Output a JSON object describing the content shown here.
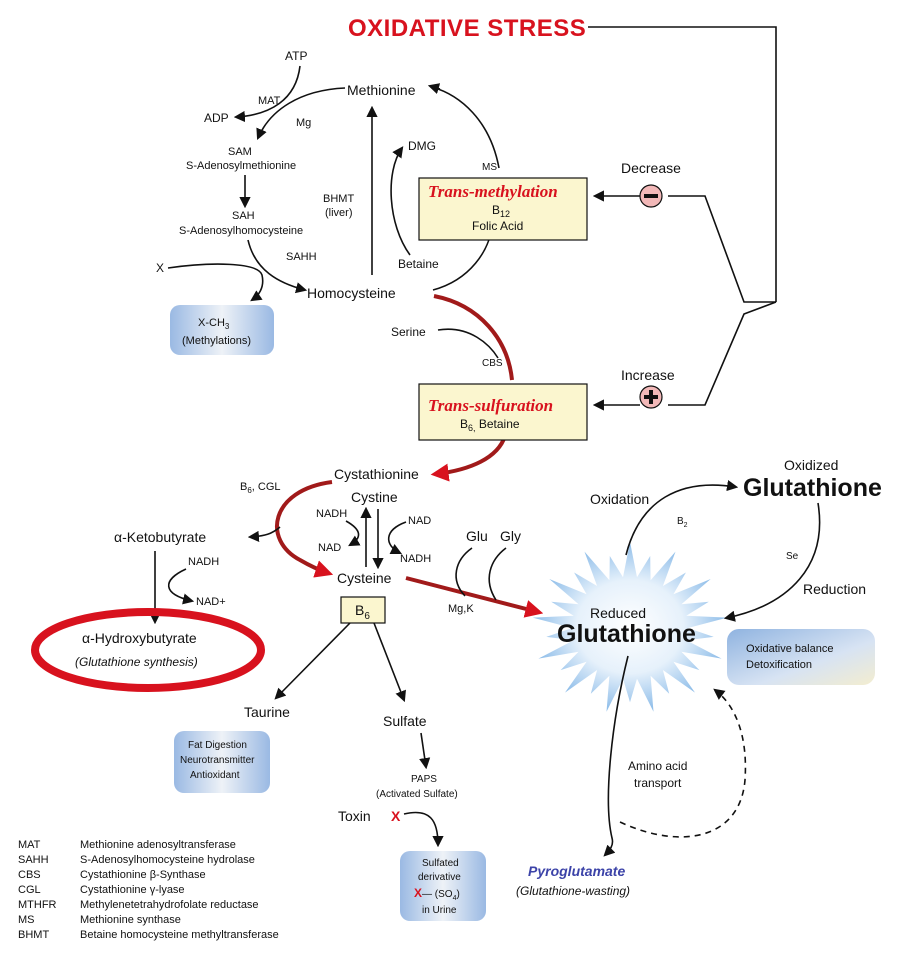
{
  "title": "OXIDATIVE STRESS",
  "nodes": {
    "atp": "ATP",
    "adp": "ADP",
    "mat": "MAT",
    "mg": "Mg",
    "sam": "SAM",
    "sam_full": "S-Adenosylmethionine",
    "sah": "SAH",
    "sah_full": "S-Adenosylhomocysteine",
    "sahh": "SAHH",
    "x": "X",
    "x_ch3": "X-CH",
    "x_ch3_sub": "3",
    "methylations": "(Methylations)",
    "methionine": "Methionine",
    "dmg": "DMG",
    "bhmt": "BHMT",
    "liver": "(liver)",
    "betaine": "Betaine",
    "ms": "MS",
    "homocysteine": "Homocysteine",
    "serine": "Serine",
    "cbs": "CBS",
    "decrease": "Decrease",
    "increase": "Increase",
    "cystathionine": "Cystathionine",
    "b6_cgl": "B",
    "b6_cgl_sub": "6",
    "b6_cgl_rest": ", CGL",
    "cystine": "Cystine",
    "nadh_l": "NADH",
    "nad_r": "NAD",
    "nad_l": "NAD",
    "nadh_r": "NADH",
    "ketobutyrate": "α-Ketobutyrate",
    "nadh_k": "NADH",
    "nad_plus": "NAD+",
    "hydroxybutyrate": "α-Hydroxybutyrate",
    "gsh_synthesis": "(Glutathione synthesis)",
    "cysteine": "Cysteine",
    "b6_box": "B",
    "b6_box_sub": "6",
    "glu": "Glu",
    "gly": "Gly",
    "mgk": "Mg,K",
    "taurine": "Taurine",
    "taurine_box": [
      "Fat Digestion",
      "Neurotransmitter",
      "Antioxidant"
    ],
    "sulfate": "Sulfate",
    "paps": "PAPS",
    "activated_sulfate": "(Activated Sulfate)",
    "toxin": "Toxin",
    "toxin_x": "X",
    "sulfated_box": [
      "Sulfated",
      "derivative"
    ],
    "sulfated_x": "X",
    "sulfated_so4": "— (SO",
    "sulfated_so4_sub": "4",
    "sulfated_close": ")",
    "in_urine": "in Urine",
    "oxidation": "Oxidation",
    "b2": "B",
    "b2_sub": "2",
    "oxidized": "Oxidized",
    "glutathione_ox": "Glutathione",
    "se": "Se",
    "reduction": "Reduction",
    "reduced": "Reduced",
    "glutathione_red": "Glutathione",
    "oxidative_balance": "Oxidative balance",
    "detoxification": "Detoxification",
    "amino_acid": "Amino acid",
    "transport": "transport",
    "pyroglutamate": "Pyroglutamate",
    "gsh_wasting": "(Glutathione-wasting)"
  },
  "boxes": {
    "transmethylation": {
      "title": "Trans-methylation",
      "line1": "B",
      "line1_sub": "12",
      "line2": "Folic Acid"
    },
    "transsulfuration": {
      "title": "Trans-sulfuration",
      "line1": "B",
      "line1_sub": "6,",
      "line1_rest": " Betaine"
    }
  },
  "legend": [
    {
      "abbr": "MAT",
      "full": "Methionine adenosyltransferase"
    },
    {
      "abbr": "SAHH",
      "full": "S-Adenosylhomocysteine hydrolase"
    },
    {
      "abbr": "CBS",
      "full": "Cystathionine β-Synthase"
    },
    {
      "abbr": "CGL",
      "full": "Cystathionine γ-lyase"
    },
    {
      "abbr": "MTHFR",
      "full": "Methylenetetrahydrofolate reductase"
    },
    {
      "abbr": "MS",
      "full": "Methionine synthase"
    },
    {
      "abbr": "BHMT",
      "full": "Betaine homocysteine methyltransferase"
    }
  ],
  "colors": {
    "red": "#d8121e",
    "dark_red": "#a11a1a",
    "box_fill": "#fbf6cf",
    "blue_box": "#a9c4e6",
    "star_fill": "#9fc7ee",
    "pyro_blue": "#3c43a8"
  }
}
